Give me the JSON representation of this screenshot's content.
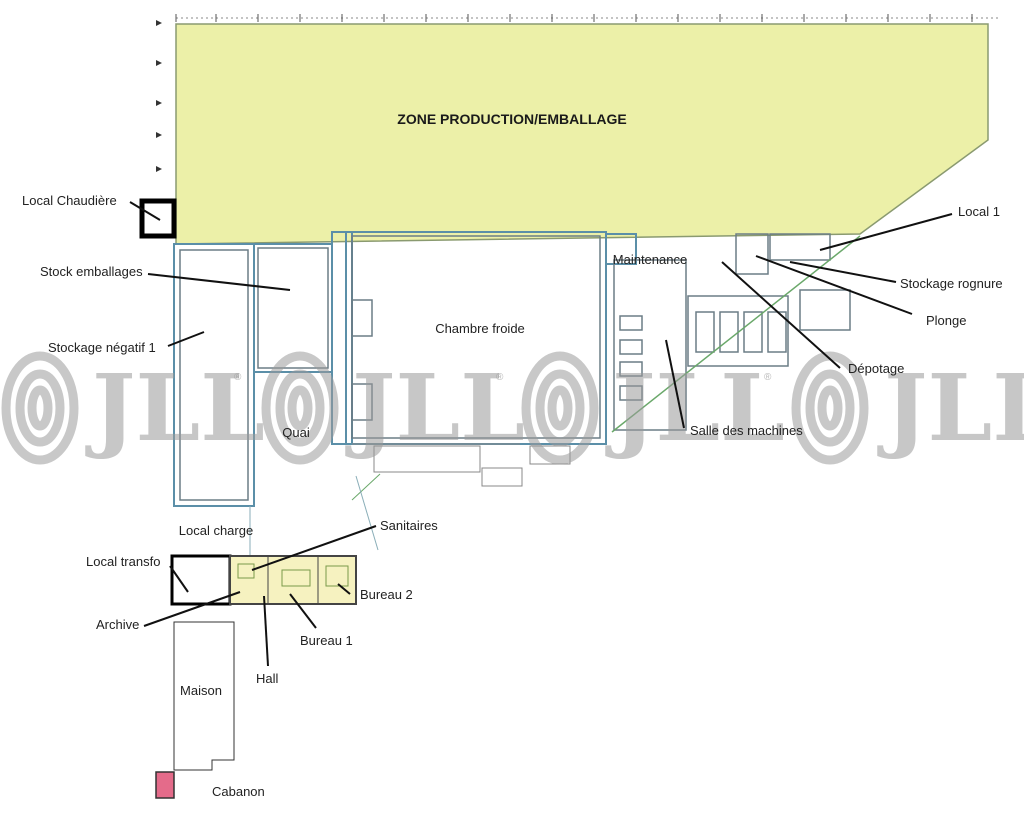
{
  "zone_title": "ZONE PRODUCTION/EMBALLAGE",
  "rooms": {
    "chambre_froide": "Chambre froide",
    "maintenance": "Maintenance",
    "quai": "Quai",
    "local_charge": "Local charge",
    "maison": "Maison"
  },
  "callouts": {
    "local_chaudiere": "Local Chaudière",
    "stock_emballages": "Stock emballages",
    "stockage_negatif": "Stockage négatif 1",
    "local_1": "Local 1",
    "stockage_rognure": "Stockage rognure",
    "plonge": "Plonge",
    "depotage": "Dépotage",
    "salle_machines": "Salle des machines",
    "sanitaires": "Sanitaires",
    "local_transfo": "Local transfo",
    "bureau_2": "Bureau 2",
    "archive": "Archive",
    "bureau_1": "Bureau 1",
    "hall": "Hall",
    "cabanon": "Cabanon"
  },
  "watermark": {
    "text": "JLL",
    "reg_mark": "®"
  },
  "colors": {
    "production_zone": "#ecf0a8",
    "offices": "#f6f2c0",
    "cabanon": "#e46b8a",
    "walls": "#5b8fa8",
    "watermark": "#9a9a9a"
  }
}
